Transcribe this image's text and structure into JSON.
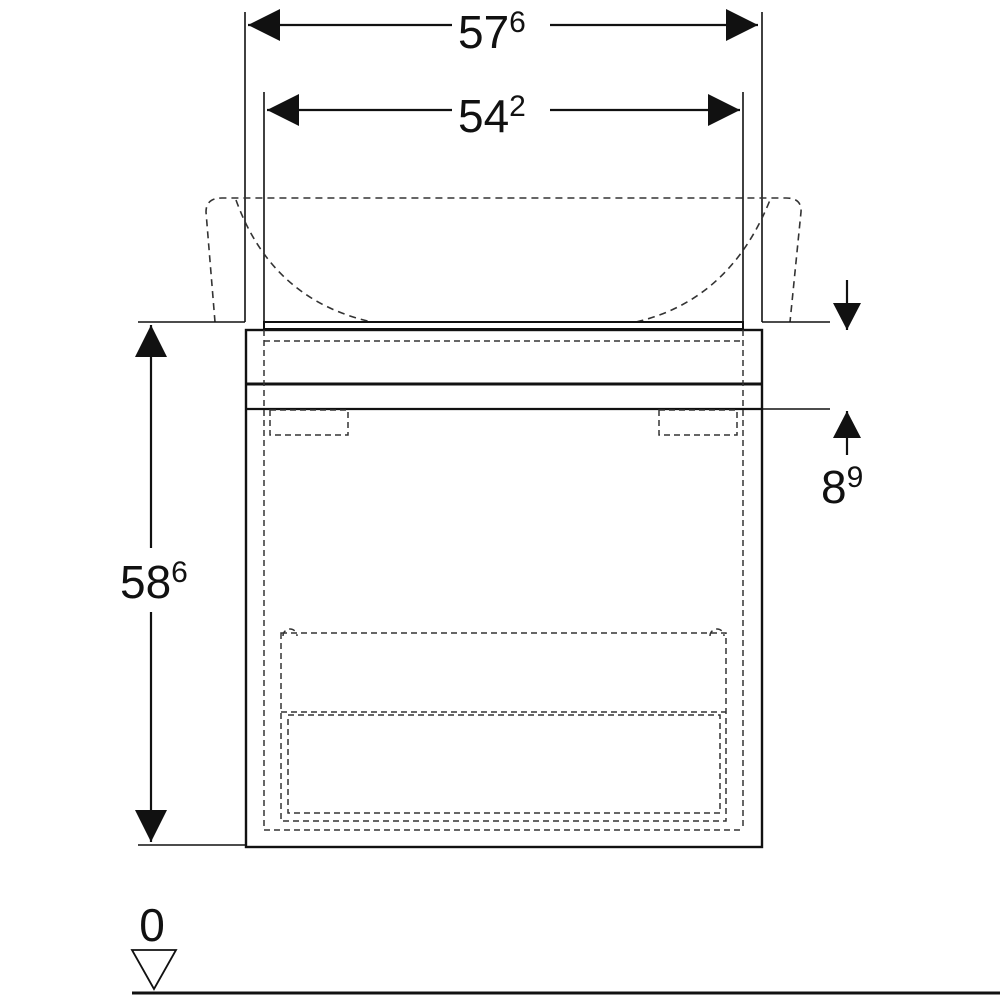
{
  "dimensions": {
    "outer_width": {
      "main": "57",
      "sup": "6"
    },
    "inner_width": {
      "main": "54",
      "sup": "2"
    },
    "height": {
      "main": "58",
      "sup": "6"
    },
    "offset": {
      "main": "8",
      "sup": "9"
    }
  },
  "floor_marker": {
    "label": "0"
  },
  "colors": {
    "line": "#111111",
    "dashed": "#333333",
    "background": "#ffffff"
  }
}
